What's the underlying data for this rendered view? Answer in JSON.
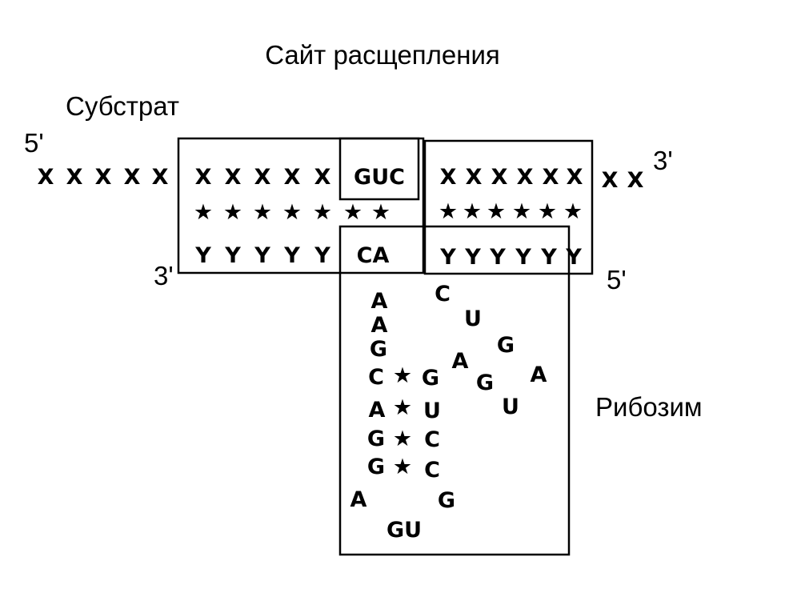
{
  "labels": {
    "cleavage_site": "Сайт расщепления",
    "substrate": "Субстрат",
    "ribozyme": "Рибозим",
    "substrate_5prime": "5'",
    "substrate_3prime": "3'",
    "ribozyme_3prime": "3'",
    "ribozyme_5prime": "5'"
  },
  "substrate_strand": {
    "left_overhang": [
      "X",
      "X",
      "X",
      "X",
      "X"
    ],
    "left_arm": [
      "X",
      "X",
      "X",
      "X",
      "X"
    ],
    "cleavage_triplet": "GUC",
    "right_arm": [
      "X",
      "X",
      "X",
      "X",
      "X",
      "X"
    ],
    "right_overhang": [
      "X",
      "X"
    ]
  },
  "pairing": {
    "left_stars": [
      "★",
      "★",
      "★",
      "★",
      "★",
      "★",
      "★"
    ],
    "right_stars": [
      "★",
      "★",
      "★",
      "★",
      "★"
    ]
  },
  "ribozyme_strand": {
    "left_arm": [
      "Y",
      "Y",
      "Y",
      "Y",
      "Y"
    ],
    "ca": "CA",
    "right_arm": [
      "Y",
      "Y",
      "Y",
      "Y",
      "Y",
      "Y"
    ]
  },
  "core": {
    "left_column": [
      "A",
      "A",
      "G",
      "C",
      "A",
      "G",
      "G"
    ],
    "stem_stars": [
      "★",
      "★",
      "★",
      "★"
    ],
    "right_column": [
      "G",
      "U",
      "C",
      "C"
    ],
    "loop": [
      "A",
      "GU",
      "G"
    ],
    "right_bases": [
      "C",
      "U",
      "G",
      "A",
      "G",
      "A",
      "U"
    ]
  }
}
